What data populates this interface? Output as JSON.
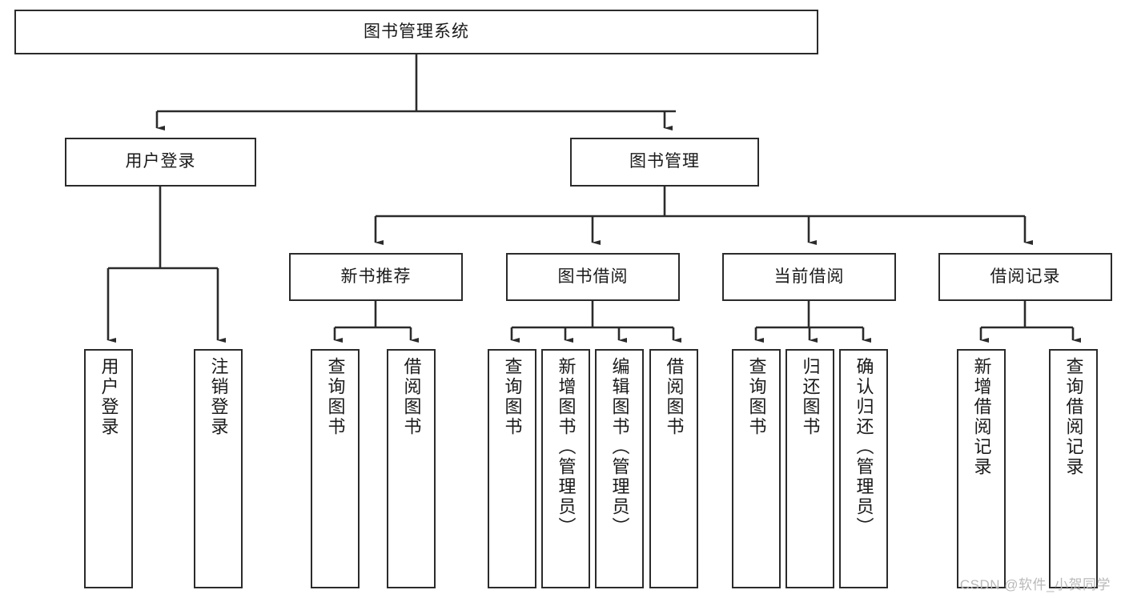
{
  "diagram": {
    "type": "tree-hierarchy",
    "title": "图书管理系统",
    "root": {
      "id": "root",
      "label": "图书管理系统"
    },
    "level1": [
      {
        "id": "user-login",
        "label": "用户登录"
      },
      {
        "id": "book-manage",
        "label": "图书管理"
      }
    ],
    "level2": [
      {
        "id": "new-book-recommend",
        "label": "新书推荐",
        "parent": "book-manage"
      },
      {
        "id": "book-borrow",
        "label": "图书借阅",
        "parent": "book-manage"
      },
      {
        "id": "current-borrow",
        "label": "当前借阅",
        "parent": "book-manage"
      },
      {
        "id": "borrow-record",
        "label": "借阅记录",
        "parent": "book-manage"
      }
    ],
    "leaves": [
      {
        "id": "leaf-user-login",
        "label": "用户登录",
        "parent": "user-login"
      },
      {
        "id": "leaf-user-logout",
        "label": "注销登录",
        "parent": "user-login"
      },
      {
        "id": "leaf-query-book-1",
        "label": "查询图书",
        "parent": "new-book-recommend"
      },
      {
        "id": "leaf-borrow-book-1",
        "label": "借阅图书",
        "parent": "new-book-recommend"
      },
      {
        "id": "leaf-query-book-2",
        "label": "查询图书",
        "parent": "book-borrow"
      },
      {
        "id": "leaf-add-book",
        "label": "新增图书（管理员）",
        "parent": "book-borrow"
      },
      {
        "id": "leaf-edit-book",
        "label": "编辑图书（管理员）",
        "parent": "book-borrow"
      },
      {
        "id": "leaf-borrow-book-2",
        "label": "借阅图书",
        "parent": "book-borrow"
      },
      {
        "id": "leaf-query-book-3",
        "label": "查询图书",
        "parent": "current-borrow"
      },
      {
        "id": "leaf-return-book",
        "label": "归还图书",
        "parent": "current-borrow"
      },
      {
        "id": "leaf-confirm-return",
        "label": "确认归还（管理员）",
        "parent": "current-borrow"
      },
      {
        "id": "leaf-add-record",
        "label": "新增借阅记录",
        "parent": "borrow-record"
      },
      {
        "id": "leaf-query-record",
        "label": "查询借阅记录",
        "parent": "borrow-record"
      }
    ],
    "watermark": "CSDN @软件_小贺同学",
    "colors": {
      "stroke": "#2b2b2b",
      "text": "#1a1a1a",
      "background": "#ffffff",
      "watermark": "#b9b9b9"
    }
  }
}
